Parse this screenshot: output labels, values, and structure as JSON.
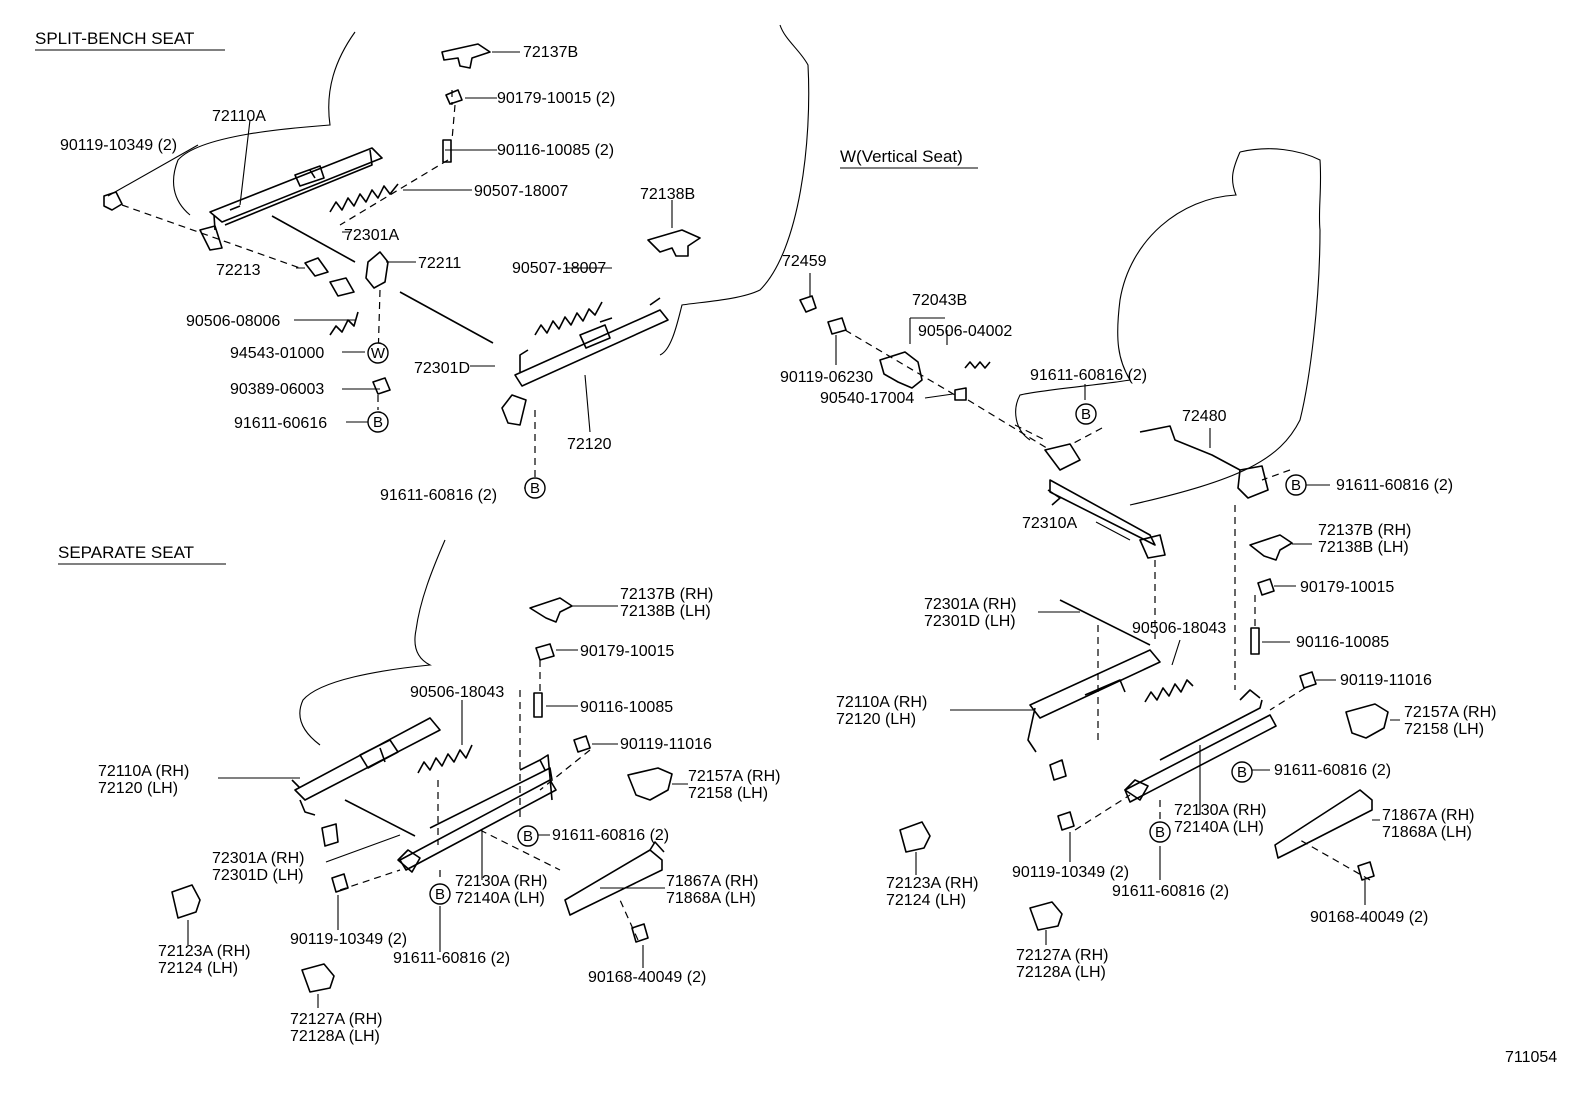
{
  "sections": {
    "split_bench": "SPLIT-BENCH SEAT",
    "separate": "SEPARATE SEAT",
    "vertical": "W(Vertical Seat)"
  },
  "figure_number": "711054",
  "markers": {
    "b": "B",
    "w": "W"
  },
  "labels": [
    {
      "id": "sb-72137b",
      "text": "72137B"
    },
    {
      "id": "sb-90179",
      "text": "90179-10015 (2)"
    },
    {
      "id": "sb-72110a",
      "text": "72110A"
    },
    {
      "id": "sb-90119-10349",
      "text": "90119-10349 (2)"
    },
    {
      "id": "sb-90116",
      "text": "90116-10085 (2)"
    },
    {
      "id": "sb-90507-a",
      "text": "90507-18007"
    },
    {
      "id": "sb-72138b",
      "text": "72138B"
    },
    {
      "id": "sb-72301a",
      "text": "72301A"
    },
    {
      "id": "sb-72213",
      "text": "72213"
    },
    {
      "id": "sb-72211",
      "text": "72211"
    },
    {
      "id": "sb-90507-b",
      "text": "90507-18007"
    },
    {
      "id": "sb-90506",
      "text": "90506-08006"
    },
    {
      "id": "sb-94543",
      "text": "94543-01000"
    },
    {
      "id": "sb-72301d",
      "text": "72301D"
    },
    {
      "id": "sb-90389",
      "text": "90389-06003"
    },
    {
      "id": "sb-91611-606",
      "text": "91611-60616"
    },
    {
      "id": "sb-72120",
      "text": "72120"
    },
    {
      "id": "sb-91611-608",
      "text": "91611-60816 (2)"
    },
    {
      "id": "ss-72137b",
      "text": "72137B (RH)"
    },
    {
      "id": "ss-72138b",
      "text": "72138B (LH)"
    },
    {
      "id": "ss-90179",
      "text": "90179-10015"
    },
    {
      "id": "ss-90506",
      "text": "90506-18043"
    },
    {
      "id": "ss-90116",
      "text": "90116-10085"
    },
    {
      "id": "ss-90119-11016",
      "text": "90119-11016"
    },
    {
      "id": "ss-72110a",
      "text": "72110A (RH)"
    },
    {
      "id": "ss-72120",
      "text": "72120   (LH)"
    },
    {
      "id": "ss-72157a",
      "text": "72157A (RH)"
    },
    {
      "id": "ss-72158",
      "text": "72158   (LH)"
    },
    {
      "id": "ss-91611-a",
      "text": "91611-60816 (2)"
    },
    {
      "id": "ss-72301a",
      "text": "72301A (RH)"
    },
    {
      "id": "ss-72301d",
      "text": "72301D (LH)"
    },
    {
      "id": "ss-72130a",
      "text": "72130A (RH)"
    },
    {
      "id": "ss-72140a",
      "text": "72140A (LH)"
    },
    {
      "id": "ss-71867a",
      "text": "71867A (RH)"
    },
    {
      "id": "ss-71868a",
      "text": "71868A (LH)"
    },
    {
      "id": "ss-72123a",
      "text": "72123A (RH)"
    },
    {
      "id": "ss-72124",
      "text": "72124   (LH)"
    },
    {
      "id": "ss-90119-10349",
      "text": "90119-10349 (2)"
    },
    {
      "id": "ss-91611-b",
      "text": "91611-60816 (2)"
    },
    {
      "id": "ss-90168",
      "text": "90168-40049 (2)"
    },
    {
      "id": "ss-72127a",
      "text": "72127A (RH)"
    },
    {
      "id": "ss-72128a",
      "text": "72128A (LH)"
    },
    {
      "id": "vs-72459",
      "text": "72459"
    },
    {
      "id": "vs-72043b",
      "text": "72043B"
    },
    {
      "id": "vs-90506-04002",
      "text": "90506-04002"
    },
    {
      "id": "vs-90119-06230",
      "text": "90119-06230"
    },
    {
      "id": "vs-91611-a",
      "text": "91611-60816 (2)"
    },
    {
      "id": "vs-90540",
      "text": "90540-17004"
    },
    {
      "id": "vs-72480",
      "text": "72480"
    },
    {
      "id": "vs-91611-b",
      "text": "91611-60816 (2)"
    },
    {
      "id": "vs-72310a",
      "text": "72310A"
    },
    {
      "id": "vs-72137b",
      "text": "72137B (RH)"
    },
    {
      "id": "vs-72138b",
      "text": "72138B (LH)"
    },
    {
      "id": "vs-90179",
      "text": "90179-10015"
    },
    {
      "id": "vs-72301a",
      "text": "72301A (RH)"
    },
    {
      "id": "vs-72301d",
      "text": "72301D (LH)"
    },
    {
      "id": "vs-90506-18043",
      "text": "90506-18043"
    },
    {
      "id": "vs-90116",
      "text": "90116-10085"
    },
    {
      "id": "vs-90119-11016",
      "text": "90119-11016"
    },
    {
      "id": "vs-72110a",
      "text": "72110A (RH)"
    },
    {
      "id": "vs-72120",
      "text": "72120   (LH)"
    },
    {
      "id": "vs-72157a",
      "text": "72157A (RH)"
    },
    {
      "id": "vs-72158",
      "text": "72158   (LH)"
    },
    {
      "id": "vs-91611-c",
      "text": "91611-60816 (2)"
    },
    {
      "id": "vs-72130a",
      "text": "72130A (RH)"
    },
    {
      "id": "vs-72140a",
      "text": "72140A (LH)"
    },
    {
      "id": "vs-71867a",
      "text": "71867A (RH)"
    },
    {
      "id": "vs-71868a",
      "text": "71868A (LH)"
    },
    {
      "id": "vs-72123a",
      "text": "72123A (RH)"
    },
    {
      "id": "vs-72124",
      "text": "72124   (LH)"
    },
    {
      "id": "vs-90119-10349",
      "text": "90119-10349 (2)"
    },
    {
      "id": "vs-91611-d",
      "text": "91611-60816 (2)"
    },
    {
      "id": "vs-90168",
      "text": "90168-40049 (2)"
    },
    {
      "id": "vs-72127a",
      "text": "72127A (RH)"
    },
    {
      "id": "vs-72128a",
      "text": "72128A (LH)"
    }
  ]
}
